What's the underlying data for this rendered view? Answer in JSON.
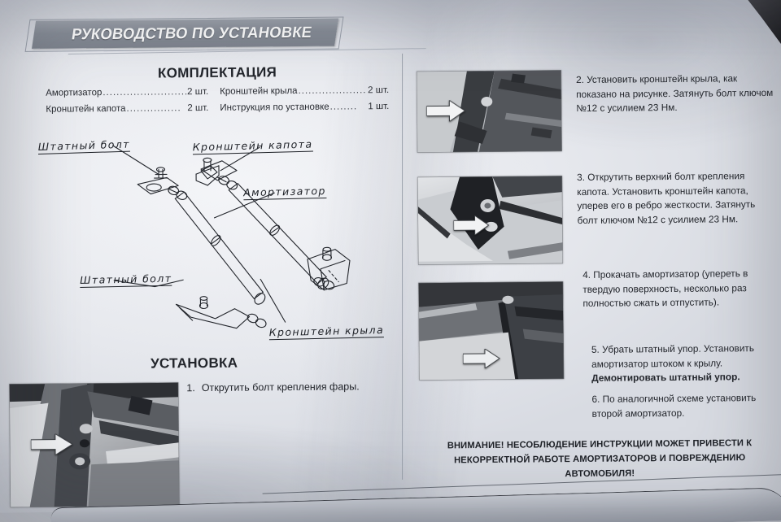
{
  "document": {
    "banner_title": "РУКОВОДСТВО ПО УСТАНОВКЕ",
    "language": "ru"
  },
  "sections": {
    "parts_title": "КОМПЛЕКТАЦИЯ",
    "install_title": "УСТАНОВКА"
  },
  "parts_list": {
    "left": [
      {
        "name": "Амортизатор",
        "dots": "...........................",
        "qty": "2 шт."
      },
      {
        "name": "Кронштейн капота",
        "dots": "................",
        "qty": "2 шт."
      }
    ],
    "right": [
      {
        "name": "Кронштейн крыла",
        "dots": ".....................",
        "qty": "2 шт."
      },
      {
        "name": "Инструкция по установке",
        "dots": "........",
        "qty": "1 шт."
      }
    ]
  },
  "diagram": {
    "labels": {
      "bolt_top": "Штатный болт",
      "hood_bracket": "Кронштейн капота",
      "strut": "Амортизатор",
      "bolt_bottom": "Штатный болт",
      "fender_bracket": "Кронштейн крыла"
    }
  },
  "steps": {
    "step1": {
      "number": "1.",
      "text": "Открутить болт крепления фары."
    },
    "step2": "2. Установить кронштейн крыла, как показано на рисунке. Затянуть болт ключом №12 с усилием 23 Нм.",
    "step3": "3. Открутить верхний болт крепления капота. Установить кронштейн капота, уперев его в ребро жесткости. Затянуть болт ключом №12 с усилием 23 Нм.",
    "step4": "4. Прокачать амортизатор (упереть в твердую поверхность, несколько раз полностью сжать и отпустить).",
    "step5_part1": "5. Убрать штатный упор. Установить амортизатор штоком к крылу. ",
    "step5_bold": "Демонтировать штатный упор.",
    "step6": "6. По аналогичной схеме установить второй амортизатор."
  },
  "warning": {
    "text": "ВНИМАНИЕ! НЕСОБЛЮДЕНИЕ ИНСТРУКЦИИ МОЖЕТ ПРИВЕСТИ К НЕКОРРЕКТНОЙ РАБОТЕ АМОРТИЗАТОРОВ И ПОВРЕЖДЕНИЮ АВТОМОБИЛЯ!"
  },
  "photos": [
    {
      "id": "photo-1",
      "caption_ref": "step2",
      "arrow": "white-arrow-right"
    },
    {
      "id": "photo-2",
      "caption_ref": "step3",
      "arrow": "white-arrow-right"
    },
    {
      "id": "photo-3",
      "caption_ref": "step4",
      "arrow": "white-arrow-right"
    },
    {
      "id": "photo-4",
      "caption_ref": "step1",
      "arrow": "white-arrow-right"
    }
  ],
  "colors": {
    "banner_fill": "#878d97",
    "banner_text": "#ffffff",
    "body_text": "#23262c",
    "paper": "#e7e9ee",
    "rule": "#9ba1ac"
  }
}
